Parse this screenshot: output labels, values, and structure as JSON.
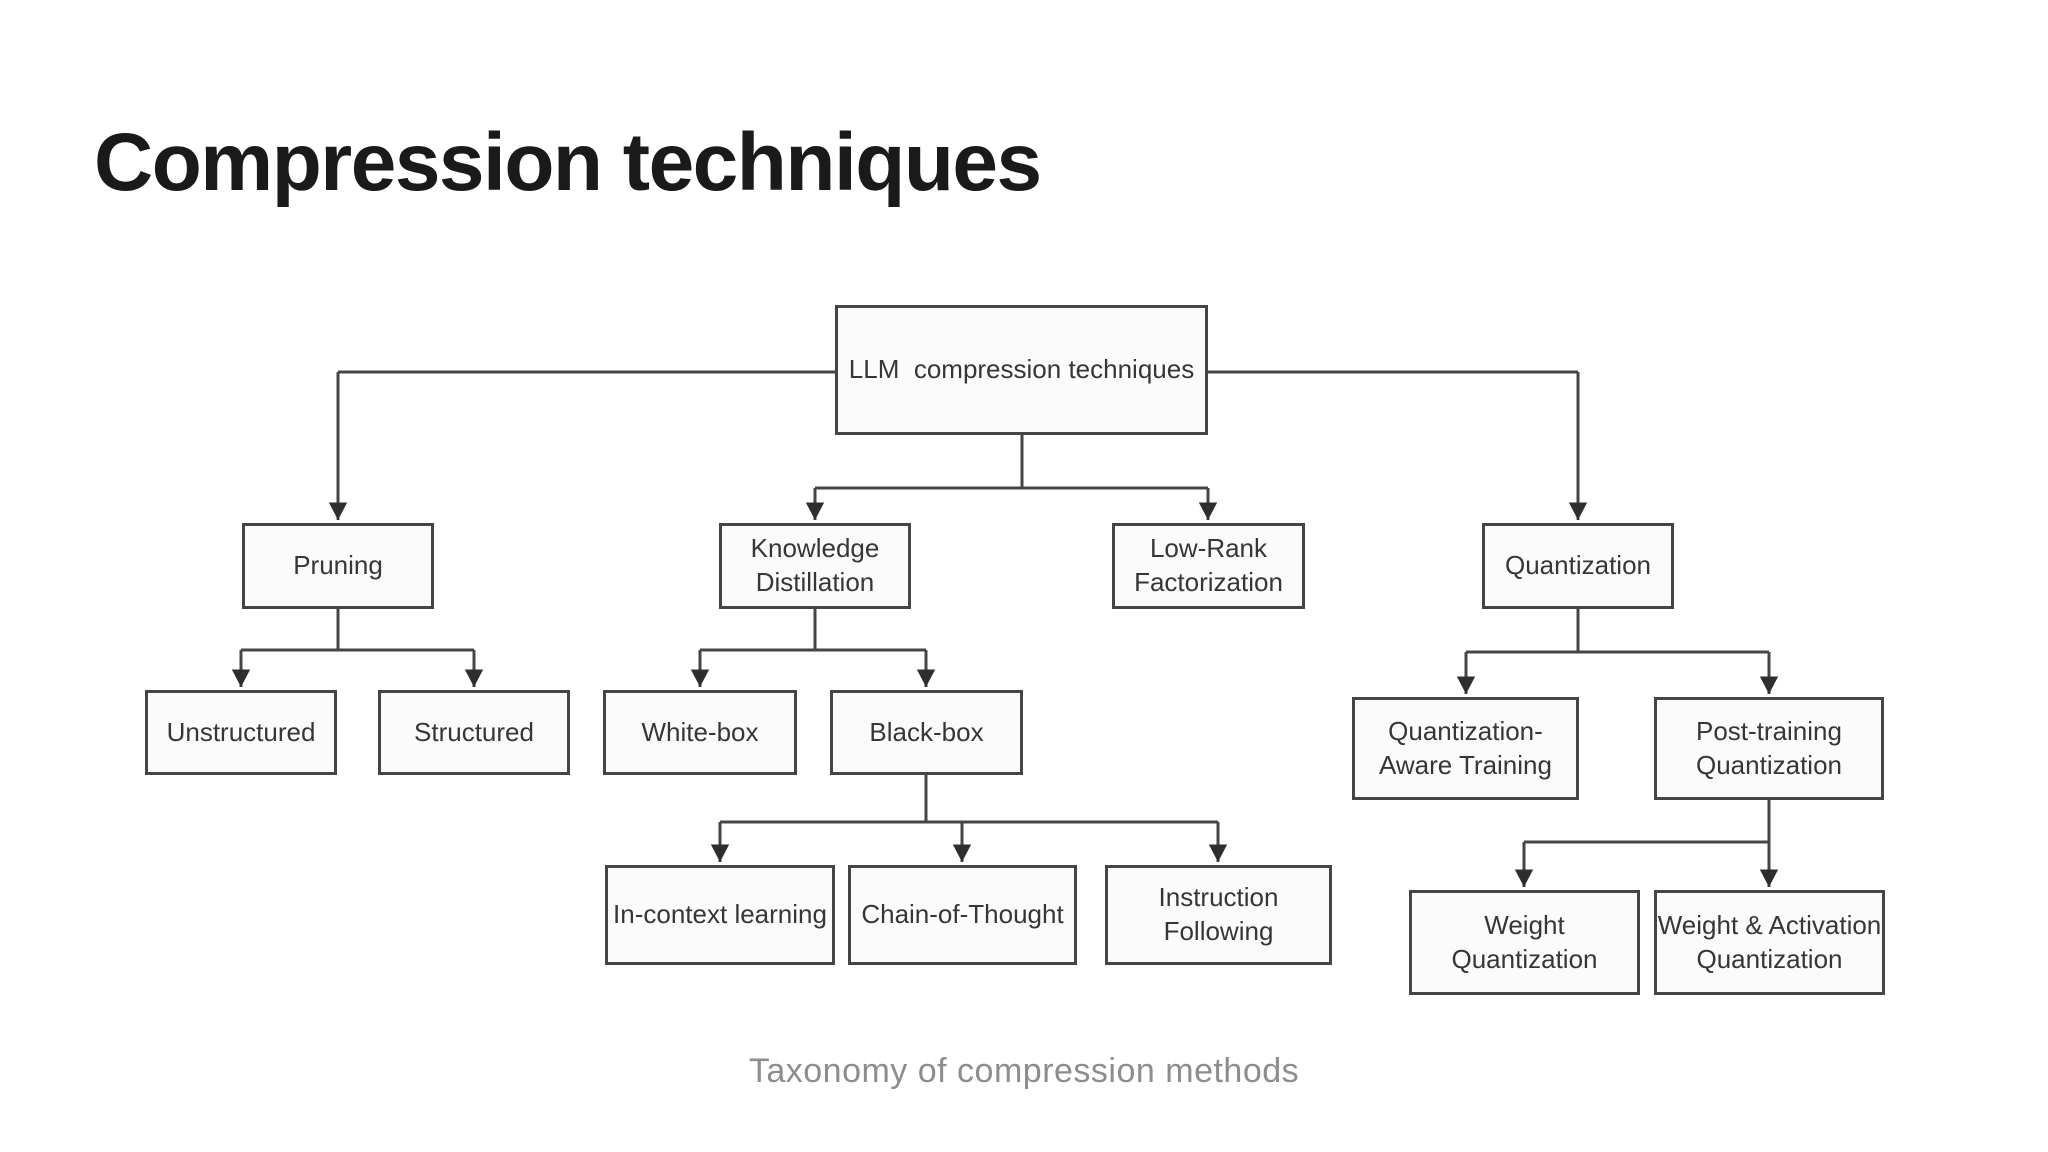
{
  "header": {
    "title": "Compression techniques"
  },
  "diagram": {
    "caption": "Taxonomy of compression methods",
    "colors": {
      "background": "#ffffff",
      "line": "#454545",
      "box_border": "#454545",
      "box_fill": "#fbfbfb",
      "node_text": "#363636",
      "title_text": "#1a1a1a",
      "caption_text": "#8d8d8d",
      "arrowhead": "#2e2e2e"
    },
    "tree": {
      "label": "LLM  compression techniques",
      "children": [
        {
          "label": "Pruning",
          "children": [
            {
              "label": "Unstructured"
            },
            {
              "label": "Structured"
            }
          ]
        },
        {
          "label": "Knowledge\nDistillation",
          "children": [
            {
              "label": "White-box"
            },
            {
              "label": "Black-box",
              "children": [
                {
                  "label": "In-context learning"
                },
                {
                  "label": "Chain-of-Thought"
                },
                {
                  "label": "Instruction\nFollowing"
                }
              ]
            }
          ]
        },
        {
          "label": "Low-Rank\nFactorization"
        },
        {
          "label": "Quantization",
          "children": [
            {
              "label": "Quantization-\nAware Training"
            },
            {
              "label": "Post-training\nQuantization",
              "children": [
                {
                  "label": "Weight\nQuantization"
                },
                {
                  "label": "Weight & Activation\nQuantization"
                }
              ]
            }
          ]
        }
      ]
    }
  }
}
